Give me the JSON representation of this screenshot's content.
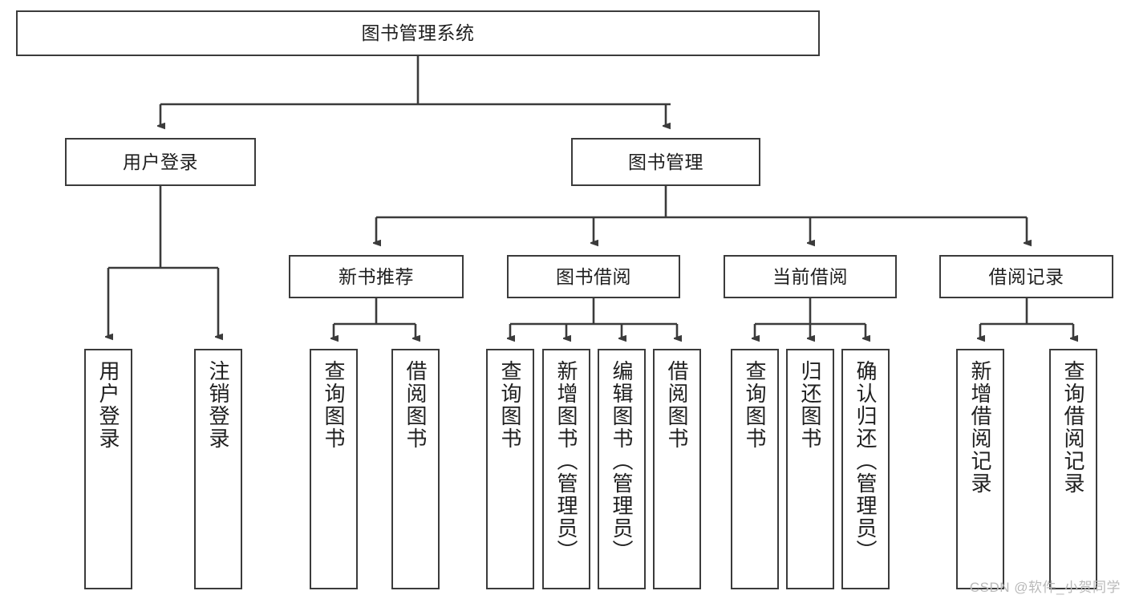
{
  "diagram": {
    "title": "图书管理系统",
    "type": "tree-hierarchy",
    "colors": {
      "stroke": "#3b3b3b",
      "text": "#1f1f1f",
      "background": "#ffffff",
      "watermark": "#b9b9b9"
    },
    "root": {
      "label": "图书管理系统"
    },
    "level1": [
      {
        "label": "用户登录"
      },
      {
        "label": "图书管理"
      }
    ],
    "level2": [
      {
        "label": "新书推荐"
      },
      {
        "label": "图书借阅"
      },
      {
        "label": "当前借阅"
      },
      {
        "label": "借阅记录"
      }
    ],
    "leaves": {
      "user_login": [
        {
          "label": "用户登录"
        },
        {
          "label": "注销登录"
        }
      ],
      "new_book_recommend": [
        {
          "label": "查询图书"
        },
        {
          "label": "借阅图书"
        }
      ],
      "book_borrow": [
        {
          "label": "查询图书"
        },
        {
          "label": "新增图书（管理员）"
        },
        {
          "label": "编辑图书（管理员）"
        },
        {
          "label": "借阅图书"
        }
      ],
      "current_borrow": [
        {
          "label": "查询图书"
        },
        {
          "label": "归还图书"
        },
        {
          "label": "确认归还（管理员）"
        }
      ],
      "borrow_record": [
        {
          "label": "新增借阅记录"
        },
        {
          "label": "查询借阅记录"
        }
      ]
    }
  },
  "watermark": {
    "text": "CSDN @软件_小贺同学"
  }
}
